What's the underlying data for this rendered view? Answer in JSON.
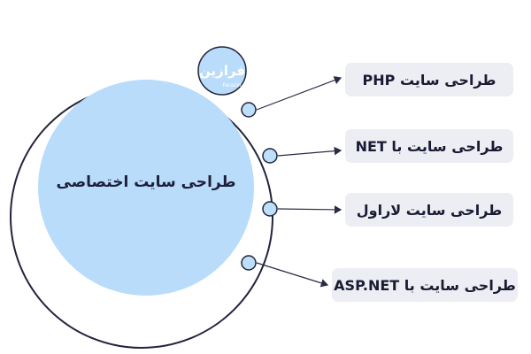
{
  "center": {
    "label": "طراحی سایت اختصاصی"
  },
  "logo": {
    "text": "فرازین",
    "subtext": "Farazin"
  },
  "items": [
    {
      "label": "طراحی سایت PHP"
    },
    {
      "label": "طراحی سایت با NET"
    },
    {
      "label": "طراحی سایت لاراول"
    },
    {
      "label": "طراحی سایت با ASP.NET"
    }
  ],
  "colors": {
    "outer_ring": "#23243d",
    "center_fill": "#b9dcfb",
    "node_fill": "#bcdffb",
    "logo_fill": "#b9dcfb",
    "box_fill": "#eceef3",
    "connector": "#2a2b45"
  }
}
